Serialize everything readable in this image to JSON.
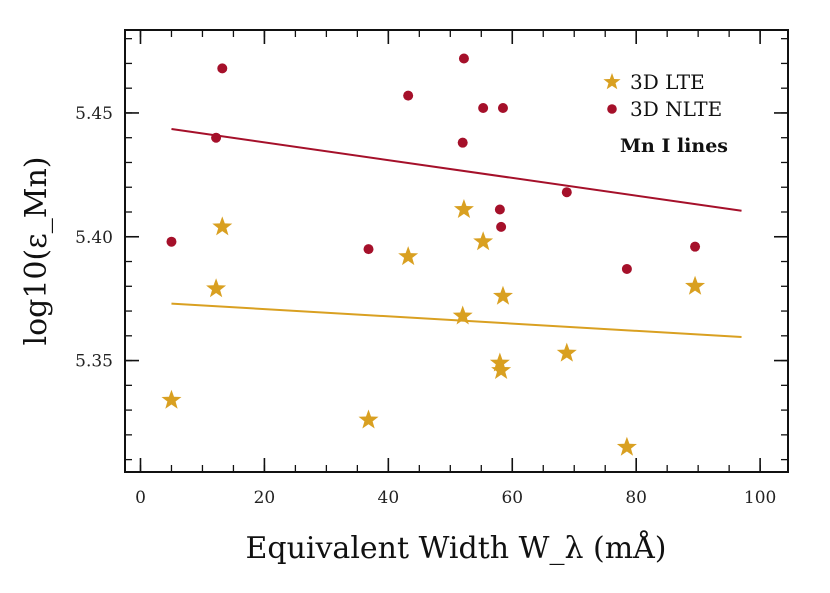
{
  "chart_data": {
    "type": "scatter",
    "xlabel": "Equivalent Width W_λ (mÅ)",
    "ylabel": "log10(ε_Mn)",
    "xlim": [
      -2.5,
      104.5
    ],
    "ylim": [
      5.305,
      5.4835
    ],
    "x_ticks": [
      0,
      20,
      40,
      60,
      80,
      100
    ],
    "y_ticks": [
      5.35,
      5.4,
      5.45
    ],
    "x_tick_labels": [
      "0",
      "20",
      "40",
      "60",
      "80",
      "100"
    ],
    "y_tick_labels": [
      "5.35",
      "5.40",
      "5.45"
    ],
    "x_minor_step": 5,
    "y_minor_step": 0.01,
    "grid": false,
    "legend_position": "top-right",
    "annotation": "Mn I lines",
    "series": [
      {
        "name": "3D LTE",
        "marker": "star",
        "color": "#d9a021",
        "points": [
          {
            "x": 5.0,
            "y": 5.334
          },
          {
            "x": 12.2,
            "y": 5.379
          },
          {
            "x": 13.2,
            "y": 5.404
          },
          {
            "x": 36.8,
            "y": 5.326
          },
          {
            "x": 43.2,
            "y": 5.392
          },
          {
            "x": 52.0,
            "y": 5.368
          },
          {
            "x": 52.2,
            "y": 5.411
          },
          {
            "x": 55.3,
            "y": 5.398
          },
          {
            "x": 58.0,
            "y": 5.349
          },
          {
            "x": 58.2,
            "y": 5.346
          },
          {
            "x": 58.5,
            "y": 5.376
          },
          {
            "x": 68.8,
            "y": 5.353
          },
          {
            "x": 78.5,
            "y": 5.315
          },
          {
            "x": 89.5,
            "y": 5.38
          }
        ],
        "fit": {
          "x": [
            5,
            97
          ],
          "y": [
            5.373,
            5.3595
          ]
        }
      },
      {
        "name": "3D NLTE",
        "marker": "circle",
        "color": "#a5102a",
        "points": [
          {
            "x": 5.0,
            "y": 5.398
          },
          {
            "x": 12.2,
            "y": 5.44
          },
          {
            "x": 13.2,
            "y": 5.468
          },
          {
            "x": 36.8,
            "y": 5.395
          },
          {
            "x": 43.2,
            "y": 5.457
          },
          {
            "x": 52.0,
            "y": 5.438
          },
          {
            "x": 52.2,
            "y": 5.472
          },
          {
            "x": 55.3,
            "y": 5.452
          },
          {
            "x": 58.0,
            "y": 5.411
          },
          {
            "x": 58.2,
            "y": 5.404
          },
          {
            "x": 58.5,
            "y": 5.452
          },
          {
            "x": 68.8,
            "y": 5.418
          },
          {
            "x": 78.5,
            "y": 5.387
          },
          {
            "x": 89.5,
            "y": 5.396
          }
        ],
        "fit": {
          "x": [
            5,
            97
          ],
          "y": [
            5.4435,
            5.4105
          ]
        }
      }
    ]
  }
}
